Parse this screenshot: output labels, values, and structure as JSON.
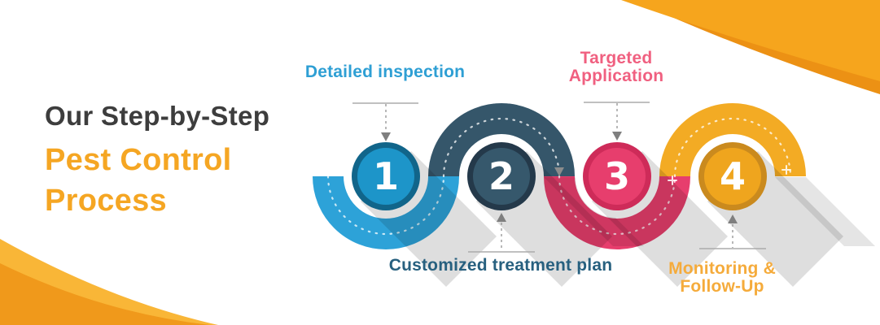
{
  "title": {
    "line1": "Our Step-by-Step",
    "line2": "Pest Control",
    "line3": "Process"
  },
  "steps": [
    {
      "number": "1",
      "label_lines": [
        "Detailed inspection"
      ],
      "label_position": "top",
      "colors": {
        "arc": "#2DA2D8",
        "fill": "#1D95C9",
        "ring": "#11658A",
        "label": "#2E9FD4"
      }
    },
    {
      "number": "2",
      "label_lines": [
        "Customized treatment plan"
      ],
      "label_position": "bottom",
      "colors": {
        "arc": "#35566A",
        "fill": "#36586C",
        "ring": "#24394A",
        "label": "#27607F"
      }
    },
    {
      "number": "3",
      "label_lines": [
        "Targeted",
        "Application"
      ],
      "label_position": "top",
      "colors": {
        "arc": "#E73E6D",
        "fill": "#E73E6D",
        "ring": "#CE2B59",
        "label": "#F06080"
      }
    },
    {
      "number": "4",
      "label_lines": [
        "Monitoring &",
        "Follow-Up"
      ],
      "label_position": "bottom",
      "colors": {
        "arc": "#F3AB24",
        "fill": "#EFA51E",
        "ring": "#CA8A1E",
        "label": "#F5AB3B"
      }
    }
  ],
  "background": {
    "page": "#FFFFFF",
    "top_swoosh": {
      "main": "#F6A51D",
      "edge": "#EC9114"
    },
    "bottom_swoosh": {
      "main": "#F0991B",
      "edge": "#F9B637"
    }
  },
  "misc_colors": {
    "connector_line": "#ABABAB",
    "connector_arrow": "#7F7F7F",
    "shadow": "rgba(0,0,0,0.13)",
    "title_dark": "#3D3D3D",
    "title_orange": "#F5A623"
  }
}
